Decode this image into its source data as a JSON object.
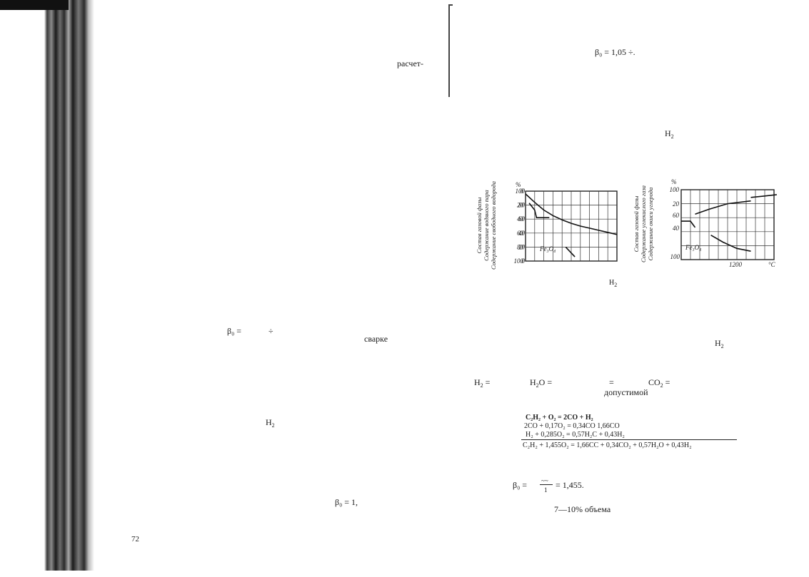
{
  "page_number": "72",
  "left_page": {
    "frag_raschet": "расчет-",
    "beta_partial": "β₀ =",
    "div_sign": "÷",
    "frag_svarke": "сварке",
    "h2_label": "H",
    "h2_sub": "2",
    "beta_one": "β₀ = 1,"
  },
  "right_page": {
    "beta_top": "β₀ = 1,05 ÷.",
    "h2_top": "H",
    "h2_top_sub": "2",
    "chart_caption_h": "H",
    "chart_caption_sub": "2",
    "h2_mid": "H",
    "h2_mid_sub": "2",
    "eq_h2": "H",
    "eq_h2_sub": "2",
    "eq_h2_eq": " =",
    "eq_h2o": "H",
    "eq_h2o_sub": "2",
    "eq_h2o_rest": "O =",
    "eq_eq": "=",
    "eq_co2": "CO",
    "eq_co2_sub": "2",
    "eq_co2_eq": " =",
    "dopustimoy": "допустимой",
    "reactions": [
      "C₂H₂ + O₂ = 2CO + H₂",
      "2CO + 0,17O₂ = 0,34CO    1,66CO",
      "H₂ + 0,285O₂ = 0,57H₂C + 0,43H₂",
      "C₂H₂ + 1,455O₂ = 1,66CC + 0,34CO₂ + 0,57H₂O + 0,43H₂"
    ],
    "beta_result_left": "β₀ =",
    "beta_frac_num": "~~",
    "beta_frac_den": "1",
    "beta_result_right": "= 1,455.",
    "volume_note": "7—10%  объема"
  },
  "chart_data": [
    {
      "type": "line",
      "title": "",
      "y_labels": [
        "Состав газовой фазы",
        "Содержание водяного пара",
        "Содержание свободного водорода"
      ],
      "y_unit": "%",
      "y_ticks_left": [
        "0",
        "20",
        "40",
        "60",
        "80",
        "100"
      ],
      "y_ticks_right": [
        "100",
        "80",
        "60",
        "40",
        "20",
        "0"
      ],
      "ylim": [
        0,
        100
      ],
      "xlim": [
        0,
        10
      ],
      "grid": true,
      "annotation": "Fe₃O₄",
      "series": [
        {
          "x": [
            0,
            1,
            2,
            3,
            4,
            5,
            6,
            7,
            8,
            9,
            10
          ],
          "y": [
            96,
            84,
            73,
            65,
            59,
            54,
            50,
            47,
            44,
            41,
            38
          ]
        },
        {
          "x": [
            0.4,
            1.0,
            1.2,
            2.6
          ],
          "y": [
            83,
            73,
            62,
            62
          ]
        },
        {
          "x": [
            4.4,
            5.4
          ],
          "y": [
            20,
            6
          ]
        }
      ]
    },
    {
      "type": "line",
      "title": "",
      "y_labels": [
        "Состав газовой фазы",
        "Содержание углекислого газа",
        "Содержание окиси углерода"
      ],
      "y_unit": "%",
      "y_ticks_left": [
        "100",
        "20",
        "60",
        "40"
      ],
      "y_ticks_right": [
        "100"
      ],
      "x_tick_label": "1200",
      "x_unit": "°C",
      "ylim": [
        0,
        100
      ],
      "xlim": [
        0,
        10
      ],
      "grid": true,
      "annotation": "Fe₃O₄",
      "series": [
        {
          "x": [
            0,
            1,
            1.5
          ],
          "y": [
            55,
            55,
            46
          ]
        },
        {
          "x": [
            1.5,
            3,
            5,
            7.5
          ],
          "y": [
            65,
            72,
            80,
            84
          ]
        },
        {
          "x": [
            7.5,
            9,
            10.3
          ],
          "y": [
            89,
            91,
            93
          ]
        },
        {
          "x": [
            3.2,
            4.5,
            6,
            7.5
          ],
          "y": [
            35,
            25,
            16,
            12
          ]
        }
      ]
    }
  ]
}
